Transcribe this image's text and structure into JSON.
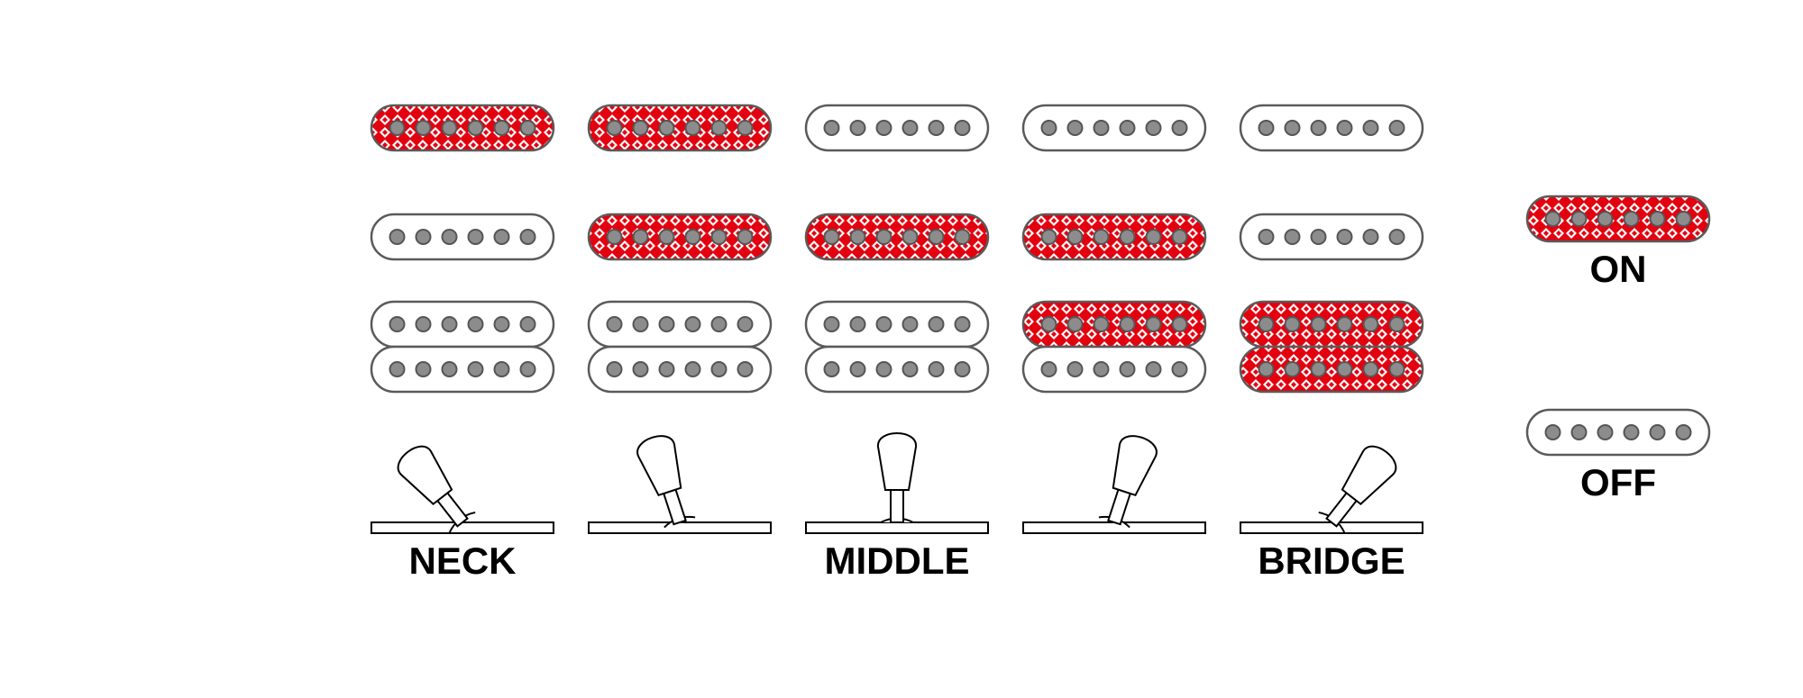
{
  "colors": {
    "on_fill": "#e3000f",
    "off_fill": "#ffffff",
    "outline": "#5a5a5a",
    "pole": "#8c8c8c",
    "pattern": "#ffffff",
    "line": "#000000"
  },
  "positions": [
    {
      "label": "NECK",
      "neck": "on",
      "middle": "off",
      "bridge_top": "off",
      "bridge_bottom": "off",
      "lever": "far-left"
    },
    {
      "label": "",
      "neck": "on",
      "middle": "on",
      "bridge_top": "off",
      "bridge_bottom": "off",
      "lever": "left"
    },
    {
      "label": "MIDDLE",
      "neck": "off",
      "middle": "on",
      "bridge_top": "off",
      "bridge_bottom": "off",
      "lever": "center"
    },
    {
      "label": "",
      "neck": "off",
      "middle": "on",
      "bridge_top": "on",
      "bridge_bottom": "off",
      "lever": "right"
    },
    {
      "label": "BRIDGE",
      "neck": "off",
      "middle": "off",
      "bridge_top": "on",
      "bridge_bottom": "on",
      "lever": "far-right"
    }
  ],
  "legend": {
    "on_label": "ON",
    "off_label": "OFF"
  }
}
